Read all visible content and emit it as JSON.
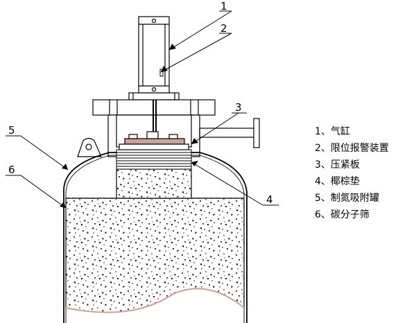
{
  "callouts": [
    "1",
    "2",
    "3",
    "4",
    "5",
    "6"
  ],
  "legend": [
    "1、气缸",
    "2、限位报警装置",
    "3、压紧板",
    "4、椰棕垫",
    "5、制氮吸附罐",
    "6、碳分子筛"
  ],
  "colors": {
    "line": "#000000",
    "fill": "#ffffff",
    "bottom_edge": "#c9a39a"
  }
}
